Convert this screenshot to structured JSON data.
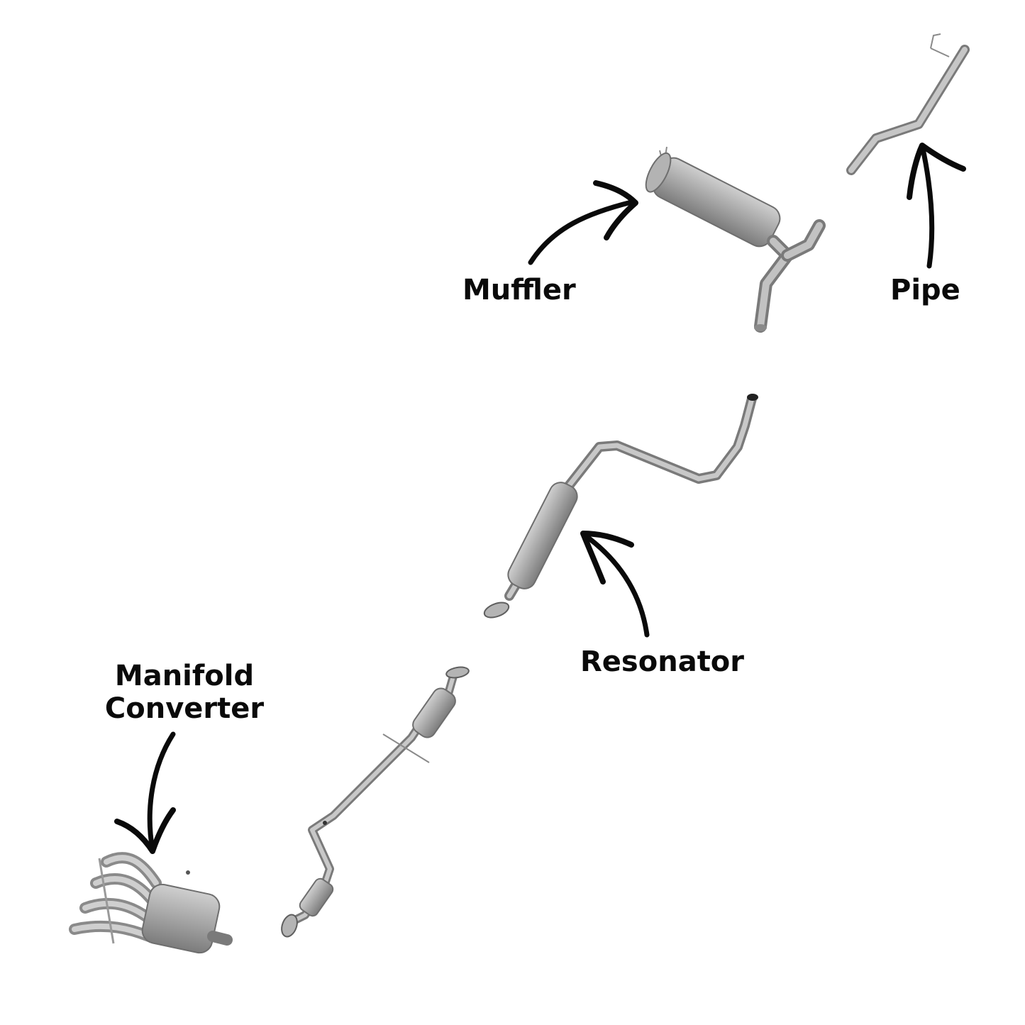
{
  "labels": {
    "muffler": "Muffler",
    "pipe": "Pipe",
    "resonator": "Resonator",
    "manifold_line1": "Manifold",
    "manifold_line2": "Converter"
  },
  "colors": {
    "pipe_metal": "#a9a9a9",
    "pipe_dark": "#7a7a7a",
    "pipe_light": "#d2d2d2",
    "arrow": "#0a0a0a",
    "background": "#ffffff"
  }
}
